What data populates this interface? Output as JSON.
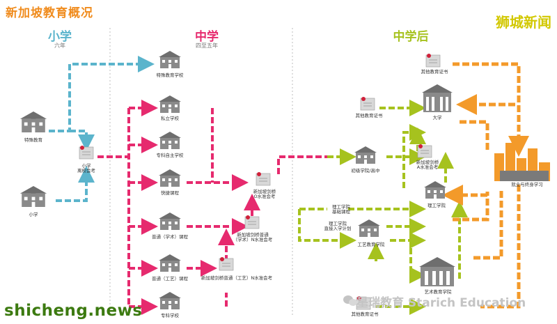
{
  "title": "新加坡教育概况",
  "brand": "狮城新闻",
  "stages": {
    "primary": {
      "name": "小学",
      "duration": "六年"
    },
    "secondary": {
      "name": "中学",
      "duration": "四至五年"
    },
    "post_secondary": {
      "name": "中学后"
    }
  },
  "nodes": {
    "special_education": "特殊教育",
    "primary_school": "小学",
    "psle": "小学\n离校会考",
    "special_ed_school": "特殊教育学校",
    "private_school": "私立学校",
    "specialised_independent": "专科自主学校",
    "express": "快捷课程",
    "normal_academic": "普通（学术）课程",
    "normal_technical": "普通（工艺）课程",
    "specialised_school": "专科学校",
    "o_level": "新加坡剑桥\nO水准会考",
    "na_level": "新加坡剑桥普通\n（学术）N水准会考",
    "nt_level": "新加坡剑桥普通（工艺）N水准会考",
    "other_cert_top": "其他教育证书",
    "other_cert_mid": "其他教育证书",
    "other_cert_bottom": "其他教育证书",
    "university": "大学",
    "a_level": "新加坡剑桥\nA水准会考",
    "jc": "初级学院/高中",
    "poly_foundation": "理工学院\n基础课程",
    "poly_direct": "理工学院\n直接入学计划",
    "polytechnic": "理工学院",
    "ite": "工艺教育学院",
    "arts": "艺术教育学院",
    "employment": "就业与终身学习"
  },
  "watermarks": {
    "left": "shicheng.news",
    "right": "星瑞教育 Starich Education"
  },
  "colors": {
    "title": "#f08c1e",
    "primary_stage": "#5bb4cc",
    "secondary_stage": "#e62a6e",
    "post_secondary_stage": "#a6c21e",
    "employment_flow": "#f39a2a",
    "brand": "#d2c800",
    "watermark": "#3c7a10"
  },
  "icons": [
    "school-building-icon",
    "university-building-icon",
    "certificate-icon",
    "city-skyline-icon",
    "wechat-icon"
  ]
}
